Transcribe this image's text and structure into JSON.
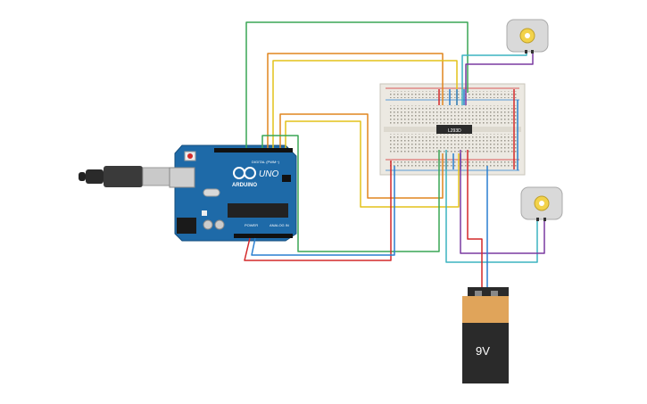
{
  "arduino": {
    "brand_text": "ARDUINO",
    "model_text": "UNO",
    "section_power": "POWER",
    "section_analog": "ANALOG IN",
    "section_digital": "DIGITAL (PWM~)"
  },
  "ic": {
    "label": "L293D"
  },
  "battery": {
    "voltage_label": "9V"
  },
  "colors": {
    "wire_green": "#3aa655",
    "wire_orange": "#e0851f",
    "wire_yellow": "#e3c21a",
    "wire_red": "#d4292a",
    "wire_blue": "#2a7fd0",
    "wire_cyan": "#3bb3c0",
    "wire_purple": "#7a3aa0",
    "board_blue": "#1e6aa8",
    "breadboard": "#ece9e2"
  },
  "icons": [
    "usb-cable-icon",
    "dc-motor-icon",
    "battery-icon",
    "ic-chip-icon",
    "reset-button-icon"
  ]
}
